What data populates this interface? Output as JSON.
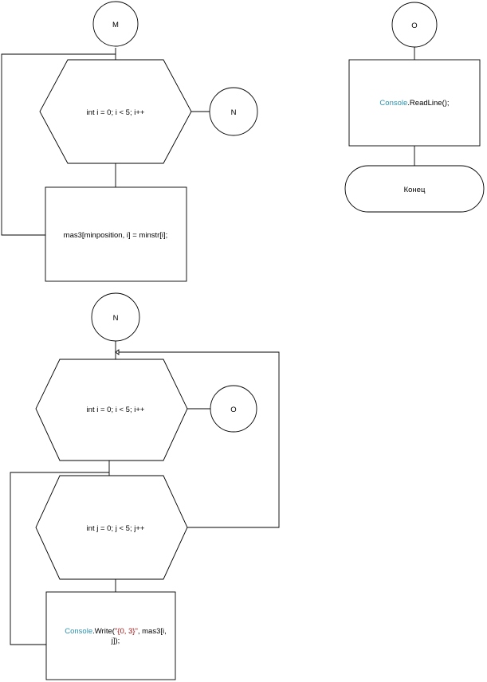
{
  "connectors": {
    "m_top": "M",
    "n_right": "N",
    "n_top": "N",
    "o_right": "O",
    "o_top": "O"
  },
  "loop1": {
    "condition": "int i = 0; i < 5; i++"
  },
  "process1": {
    "text": "mas3[minposition, i] = minstr[i];"
  },
  "loop2": {
    "condition": "int i = 0; i < 5; i++"
  },
  "loop3": {
    "condition": "int j = 0; j < 5; j++"
  },
  "process2": {
    "line1_kw": "Console",
    "line1_rest": ".Write(",
    "line1_str": "\"{0, 3}\"",
    "line1_tail": ", mas3[i,",
    "line2": "j]);"
  },
  "process3": {
    "kw": "Console",
    "rest": ".ReadLine();"
  },
  "terminal": {
    "label": "Конец"
  }
}
